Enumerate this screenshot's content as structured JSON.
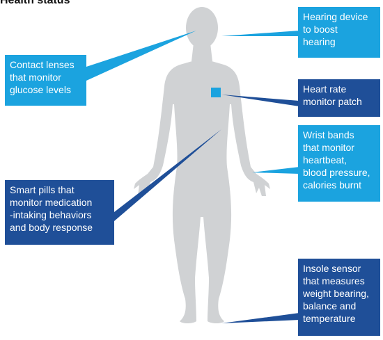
{
  "title": "Health status",
  "colors": {
    "light_box": "#1ba3df",
    "dark_box": "#1f4f98",
    "figure": "#d0d2d4"
  },
  "icons": {
    "figure": "human-figure-silhouette",
    "patch": "heart-rate-patch-marker"
  },
  "labels": {
    "hearing": "Hearing device\nto boost\nhearing",
    "contact": "Contact lenses\nthat monitor\nglucose levels",
    "heart": "Heart rate\nmonitor patch",
    "wrist": "Wrist bands\nthat monitor\nheartbeat,\nblood pressure,\ncalories burnt",
    "pills": "Smart pills that\nmonitor medication\n-intaking behaviors\nand body response",
    "insole": "Insole sensor\nthat measures\nweight bearing,\nbalance and\ntemperature"
  }
}
